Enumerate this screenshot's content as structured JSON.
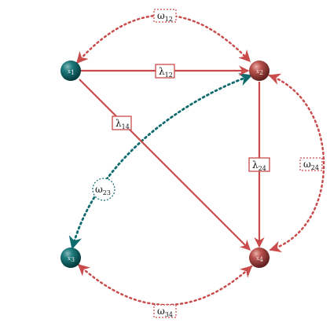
{
  "colors": {
    "red": "#c94b4b",
    "red_node": "#b8403f",
    "teal": "#0f6b6e",
    "teal_node": "#0b5557"
  },
  "nodes": {
    "x1": {
      "base": "x",
      "sub": "1",
      "color": "teal"
    },
    "x2": {
      "base": "x",
      "sub": "2",
      "color": "red"
    },
    "x3": {
      "base": "x",
      "sub": "3",
      "color": "teal"
    },
    "x4": {
      "base": "x",
      "sub": "4",
      "color": "red"
    }
  },
  "edges": {
    "lambda12": {
      "base": "λ",
      "sub": "12"
    },
    "lambda14": {
      "base": "λ",
      "sub": "14"
    },
    "lambda24": {
      "base": "λ",
      "sub": "24"
    }
  },
  "covariances": {
    "omega12": {
      "base": "ω",
      "sub": "12"
    },
    "omega23": {
      "base": "ω",
      "sub": "23"
    },
    "omega24": {
      "base": "ω",
      "sub": "24"
    },
    "omega34": {
      "base": "ω",
      "sub": "34"
    }
  }
}
